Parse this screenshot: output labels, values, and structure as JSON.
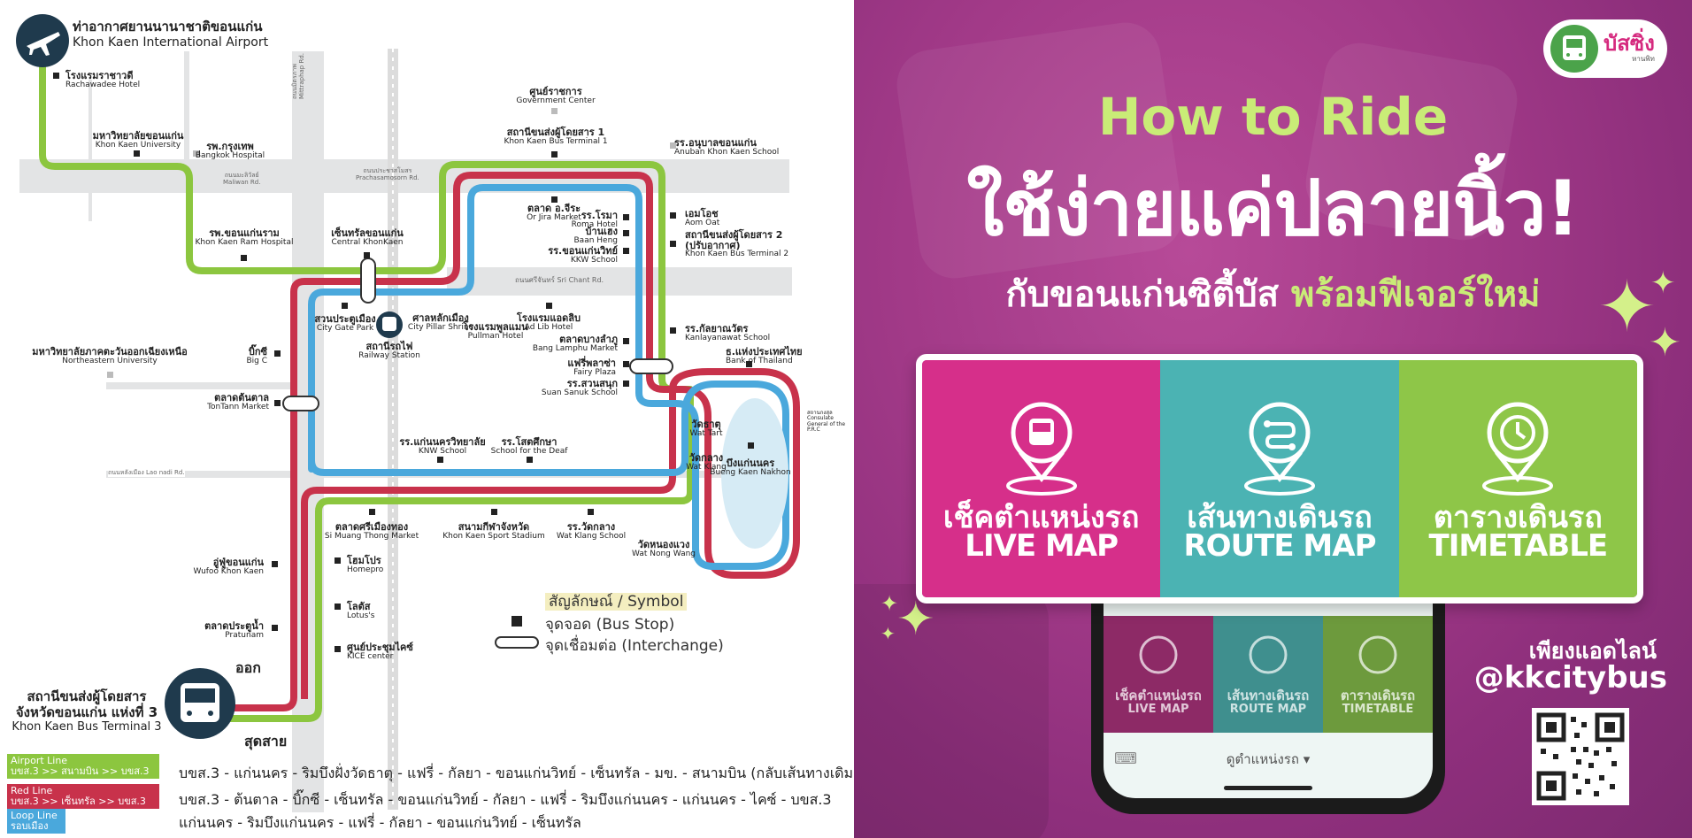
{
  "map": {
    "airport": {
      "th": "ท่าอากาศยานนานาชาติขอนแก่น",
      "en": "Khon Kaen International Airport"
    },
    "terminal3": {
      "th1": "สถานีขนส่งผู้โดยสาร",
      "th2": "จังหวัดขอนแก่น แห่งที่ 3",
      "en": "Khon Kaen Bus Terminal 3"
    },
    "out_label": "ออก",
    "end_label": "สุดสาย",
    "roads": [
      {
        "th": "ถนนมะลิวัลย์",
        "en": "Maliwan Rd."
      },
      {
        "th": "ถนนประชาสโมสร",
        "en": "Prachasamosorn Rd."
      },
      {
        "th": "ถนนศรีจันทร์",
        "en": "Sri Chant Rd."
      },
      {
        "th": "ถนนมิตรภาพ",
        "en": "Mittraphap Rd."
      },
      {
        "th": "ถนนหลังเมือง",
        "en": "Lao nadi Rd."
      }
    ],
    "places": [
      {
        "th": "โรงแรมราชาวดี",
        "en": "Rachawadee Hotel"
      },
      {
        "th": "มหาวิทยาลัยขอนแก่น",
        "en": "Khon Kaen University"
      },
      {
        "th": "รพ.กรุงเทพ",
        "en": "Bangkok Hospital"
      },
      {
        "th": "รพ.ขอนแก่นราม",
        "en": "Khon Kaen Ram Hospital"
      },
      {
        "th": "เซ็นทรัลขอนแก่น",
        "en": "Central KhonKaen"
      },
      {
        "th": "ศูนย์ราชการ",
        "en": "Government Center"
      },
      {
        "th": "สถานีขนส่งผู้โดยสาร 1",
        "en": "Khon Kaen Bus Terminal 1"
      },
      {
        "th": "รร.อนุบาลขอนแก่น",
        "en": "Anuban Khon Kaen School"
      },
      {
        "th": "ตลาด อ.จีระ",
        "en": "Or Jira Market"
      },
      {
        "th": "รร.โรมา",
        "en": "Roma Hotel"
      },
      {
        "th": "บ้านเฮง",
        "en": "Baan Heng"
      },
      {
        "th": "รร.ขอนแก่นวิทย์",
        "en": "KKW School"
      },
      {
        "th": "เอมโอช",
        "en": "Aom Oat"
      },
      {
        "th": "สถานีขนส่งผู้โดยสาร 2",
        "en": "Khon Kaen Bus Terminal 2",
        "extra": "(ปรับอากาศ)"
      },
      {
        "th": "สวนประตูเมือง",
        "en": "City Gate Park"
      },
      {
        "th": "สถานีรถไฟ",
        "en": "Railway Station"
      },
      {
        "th": "ศาลหลักเมือง",
        "en": "City Pillar Shrine"
      },
      {
        "th": "โรงแรมพูลแมน",
        "en": "Pullman Hotel"
      },
      {
        "th": "โรงแรมแอดลิบ",
        "en": "Ad Lib Hotel"
      },
      {
        "th": "ตลาดบางลำภู",
        "en": "Bang Lamphu Market"
      },
      {
        "th": "รร.กัลยาณวัตร",
        "en": "Kanlayanawat School"
      },
      {
        "th": "ธ.แห่งประเทศไทย",
        "en": "Bank of Thailand"
      },
      {
        "th": "แฟรี่พลาซ่า",
        "en": "Fairy Plaza"
      },
      {
        "th": "รร.สวนสนุก",
        "en": "Suan Sanuk School"
      },
      {
        "th": "มหาวิทยาลัยภาคตะวันออกเฉียงเหนือ",
        "en": "Northeastern University"
      },
      {
        "th": "บิ๊กซี",
        "en": "Big C"
      },
      {
        "th": "ตลาดต้นตาล",
        "en": "TonTann Market"
      },
      {
        "th": "รร.แก่นนครวิทยาลัย",
        "en": "KNW School"
      },
      {
        "th": "รร.โสตศึกษา",
        "en": "School for the Deaf"
      },
      {
        "th": "วัดธาตุ",
        "en": "Wat Tart"
      },
      {
        "th": "วัดกลาง",
        "en": "Wat Klang"
      },
      {
        "th": "บึงแก่นนคร",
        "en": "Bueng Kaen Nakhon"
      },
      {
        "th": "สถานกงสุล",
        "en": "Consulate General of the P.R.C"
      },
      {
        "th": "ตลาดศรีเมืองทอง",
        "en": "Si Muang Thong Market"
      },
      {
        "th": "สนามกีฬาจังหวัด",
        "en": "Khon Kaen Sport Stadium"
      },
      {
        "th": "รร.วัดกลาง",
        "en": "Wat Klang School"
      },
      {
        "th": "วัดหนองแวง",
        "en": "Wat Nong Wang"
      },
      {
        "th": "อู่ฟู่ขอนแก่น",
        "en": "Wufoo Khon Kaen"
      },
      {
        "th": "โฮมโปร",
        "en": "Homepro"
      },
      {
        "th": "โลตัส",
        "en": "Lotus's"
      },
      {
        "th": "ตลาดประตูน้ำ",
        "en": "Pratunam"
      },
      {
        "th": "ศูนย์ประชุมไคซ์",
        "en": "KICE center"
      }
    ],
    "symbol": {
      "title": "สัญลักษณ์ / Symbol",
      "bus_stop": "จุดจอด (Bus Stop)",
      "interchange": "จุดเชื่อมต่อ (Interchange)"
    },
    "lines": [
      {
        "name": "Airport Line",
        "route_short": "บขส.3 >> สนามบิน >> บขส.3",
        "color": "#8cc63f",
        "stops": "บขส.3 - แก่นนคร - ริมบึงฝั่งวัดธาตุ - แฟรี่ - กัลยา - ขอนแก่นวิทย์ - เซ็นทรัล - มข. - สนามบิน  (กลับเส้นทางเดิม)"
      },
      {
        "name": "Red Line",
        "route_short": "บขส.3 >> เซ็นทรัล >> บขส.3",
        "color": "#c8324b",
        "stops": "บขส.3 - ต้นตาล - บิ๊กซี - เซ็นทรัล - ขอนแก่นวิทย์ - กัลยา - แฟรี่ - ริมบึงแก่นนคร - แก่นนคร - ไคซ์ - บขส.3"
      },
      {
        "name": "Loop Line",
        "route_short": "รอบเมือง",
        "color": "#4aa8dc",
        "stops": "แก่นนคร - ริมบึงแก่นนคร - แฟรี่ - กัลยา - ขอนแก่นวิทย์ - เซ็นทรัล"
      }
    ]
  },
  "promo": {
    "brand_name": "บัสซิ่ง",
    "brand_sub": "หานพิท",
    "how_to": "How to Ride",
    "headline": "ใช้ง่ายแค่ปลายนิ้ว!",
    "subline_plain": "กับขอนแก่นซิตี้บัส",
    "subline_highlight": "พร้อมฟีเจอร์ใหม่",
    "features": [
      {
        "th": "เช็คตำแหน่งรถ",
        "en": "LIVE MAP",
        "color": "#d62f8a",
        "icon": "bus-pin-icon"
      },
      {
        "th": "เส้นทางเดินรถ",
        "en": "ROUTE MAP",
        "color": "#4bb3b3",
        "icon": "route-pin-icon"
      },
      {
        "th": "ตารางเดินรถ",
        "en": "TIMETABLE",
        "color": "#8ec648",
        "icon": "clock-pin-icon"
      }
    ],
    "phone_bar": "ดูตำแหน่งรถ ▾",
    "cta_th": "เพียงแอดไลน์",
    "cta_handle": "@kkcitybus",
    "accent": "#c9ec77"
  }
}
